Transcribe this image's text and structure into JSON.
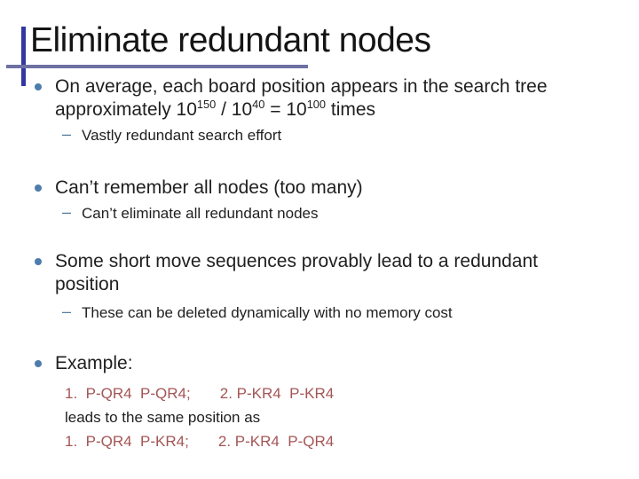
{
  "slide": {
    "title": "Eliminate redundant nodes",
    "markers": {
      "dash": "–"
    },
    "colors": {
      "title_text": "#141414",
      "body_text": "#1f1f1f",
      "accent_bar": "#3237a2",
      "title_underline": "#6d71a3",
      "bullet_dot": "#4d7cad",
      "sub_dash": "#567d9e",
      "moves_red": "#a45555",
      "background": "#ffffff"
    },
    "bullets": {
      "b1": {
        "line1": "On average, each board position appears in the search tree",
        "line2_rich": [
          {
            "text": "approximately 10"
          },
          {
            "text": "150",
            "sup": true
          },
          {
            "text": " / 10"
          },
          {
            "text": "40",
            "sup": true
          },
          {
            "text": " = 10"
          },
          {
            "text": "100",
            "sup": true
          },
          {
            "text": " times"
          }
        ],
        "sub": "Vastly redundant search effort"
      },
      "b2": {
        "line1": "Can’t remember all nodes (too many)",
        "sub": "Can’t eliminate all redundant nodes"
      },
      "b3": {
        "line1": "Some short move sequences provably lead to a redundant",
        "line2": "position",
        "sub": "These can be deleted dynamically with no memory cost"
      },
      "b4": {
        "label": "Example:",
        "moves_line1": "1.  P-QR4  P-QR4;       2. P-KR4  P-KR4",
        "middle_line": "leads to the same position as",
        "moves_line2": "1.  P-QR4  P-KR4;       2. P-KR4  P-QR4"
      }
    }
  }
}
